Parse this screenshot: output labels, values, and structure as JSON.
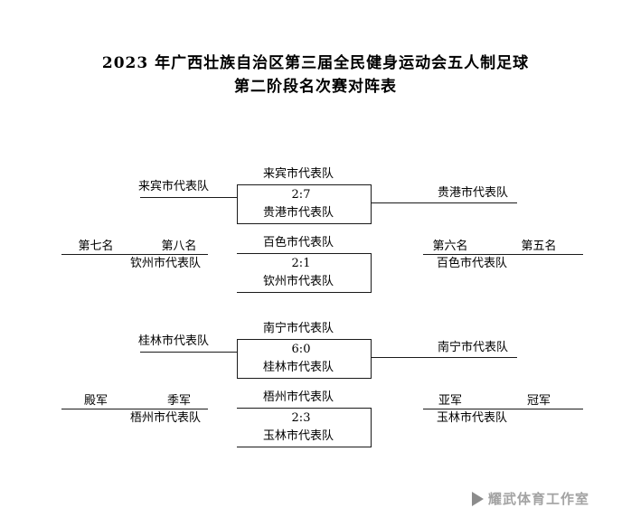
{
  "title": {
    "line1": "2023 年广西壮族自治区第三届全民健身运动会五人制足球",
    "line2": "第二阶段名次赛对阵表"
  },
  "halves": [
    {
      "upper_match": {
        "team_top": "来宾市代表队",
        "score": "2:7",
        "team_bottom": "贵港市代表队"
      },
      "lower_match": {
        "team_top": "百色市代表队",
        "score": "2:1",
        "team_bottom": "钦州市代表队"
      },
      "left_upper_team": "来宾市代表队",
      "right_upper_team": "贵港市代表队",
      "left_labels": [
        "第七名",
        "第八名"
      ],
      "right_labels": [
        "第六名",
        "第五名"
      ],
      "left_lower_team": "钦州市代表队",
      "right_lower_team": "百色市代表队"
    },
    {
      "upper_match": {
        "team_top": "南宁市代表队",
        "score": "6:0",
        "team_bottom": "桂林市代表队"
      },
      "lower_match": {
        "team_top": "梧州市代表队",
        "score": "2:3",
        "team_bottom": "玉林市代表队"
      },
      "left_upper_team": "桂林市代表队",
      "right_upper_team": "南宁市代表队",
      "left_labels": [
        "殿军",
        "季军"
      ],
      "right_labels": [
        "亚军",
        "冠军"
      ],
      "left_lower_team": "梧州市代表队",
      "right_lower_team": "玉林市代表队"
    }
  ],
  "watermark": {
    "text": "耀武体育工作室"
  },
  "colors": {
    "background": "#ffffff",
    "line": "#1a1a1a",
    "text": "#000000",
    "watermark": "#a3a3a3"
  }
}
